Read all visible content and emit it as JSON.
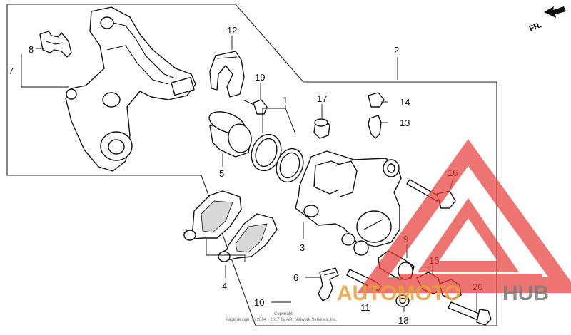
{
  "diagram": {
    "direction_label": "FR.",
    "callouts": [
      "1",
      "2",
      "3",
      "4",
      "5",
      "6",
      "7",
      "8",
      "9",
      "10",
      "11",
      "12",
      "13",
      "14",
      "15",
      "16",
      "17",
      "18",
      "19",
      "20"
    ],
    "copyright_lines": [
      "Copyright",
      "Page design (c) 2004 - 2017 by ARI Network Services, Inc."
    ]
  },
  "watermark": {
    "text_part1": "AUTOMOTO",
    "text_part2": "HUB",
    "color_primary": "#e8403c",
    "color_secondary": "#e8a33a"
  }
}
